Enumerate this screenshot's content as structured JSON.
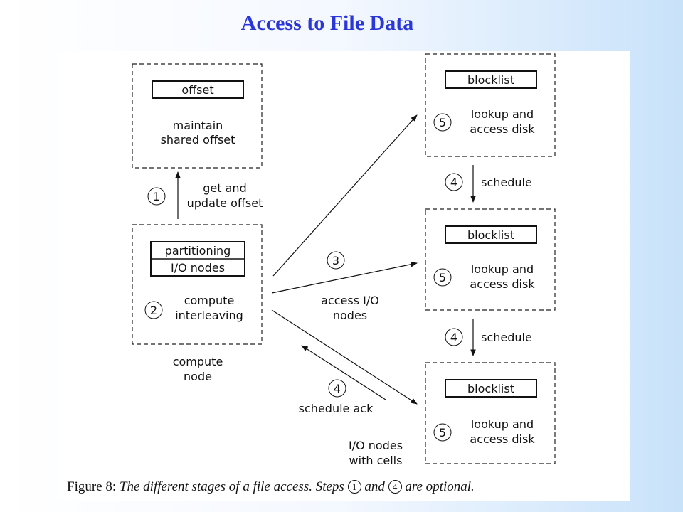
{
  "title": "Access to File Data",
  "diagram": {
    "offset_node": {
      "box_label": "offset",
      "text_line1": "maintain",
      "text_line2": "shared offset"
    },
    "compute_node": {
      "box_line1": "partitioning",
      "box_line2": "I/O nodes",
      "step": "2",
      "text_line1": "compute",
      "text_line2": "interleaving",
      "caption_line1": "compute",
      "caption_line2": "node"
    },
    "io_nodes": [
      {
        "box_label": "blocklist",
        "step": "5",
        "text_line1": "lookup and",
        "text_line2": "access disk"
      },
      {
        "box_label": "blocklist",
        "step": "5",
        "text_line1": "lookup and",
        "text_line2": "access disk"
      },
      {
        "box_label": "blocklist",
        "step": "5",
        "text_line1": "lookup and",
        "text_line2": "access disk"
      }
    ],
    "io_caption_line1": "I/O nodes",
    "io_caption_line2": "with cells",
    "step1": {
      "num": "1",
      "line1": "get and",
      "line2": "update offset"
    },
    "step3": {
      "num": "3",
      "line1": "access I/O",
      "line2": "nodes"
    },
    "schedule_steps": [
      {
        "num": "4",
        "label": "schedule"
      },
      {
        "num": "4",
        "label": "schedule"
      }
    ],
    "schedule_ack": {
      "num": "4",
      "label": "schedule ack"
    }
  },
  "caption": {
    "lead": "Figure 8:",
    "text_a": "The different stages of a file access.  Steps",
    "step_a": "1",
    "text_b": "and",
    "step_b": "4",
    "text_c": "are optional."
  }
}
